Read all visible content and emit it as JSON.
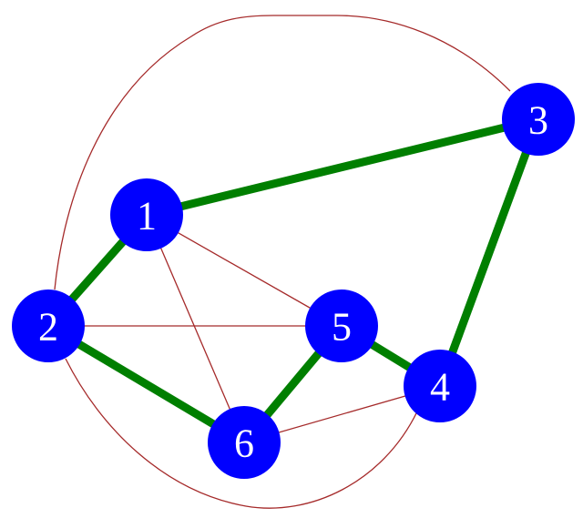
{
  "graph": {
    "nodes": [
      {
        "id": "1",
        "label": "1"
      },
      {
        "id": "2",
        "label": "2"
      },
      {
        "id": "3",
        "label": "3"
      },
      {
        "id": "4",
        "label": "4"
      },
      {
        "id": "5",
        "label": "5"
      },
      {
        "id": "6",
        "label": "6"
      }
    ],
    "edges": [
      {
        "from": "1",
        "to": "3",
        "highlighted": true
      },
      {
        "from": "1",
        "to": "2",
        "highlighted": true
      },
      {
        "from": "2",
        "to": "6",
        "highlighted": true
      },
      {
        "from": "6",
        "to": "5",
        "highlighted": true
      },
      {
        "from": "5",
        "to": "4",
        "highlighted": true
      },
      {
        "from": "3",
        "to": "4",
        "highlighted": true
      },
      {
        "from": "1",
        "to": "5",
        "highlighted": false
      },
      {
        "from": "1",
        "to": "6",
        "highlighted": false
      },
      {
        "from": "2",
        "to": "5",
        "highlighted": false
      },
      {
        "from": "6",
        "to": "4",
        "highlighted": false
      },
      {
        "from": "2",
        "to": "3",
        "highlighted": false
      },
      {
        "from": "2",
        "to": "4",
        "highlighted": false
      }
    ],
    "colors": {
      "node_fill": "#0000ff",
      "node_label": "#ffffff",
      "highlighted_edge": "#007f00",
      "plain_edge": "#a52a2a",
      "background": "#ffffff"
    }
  }
}
